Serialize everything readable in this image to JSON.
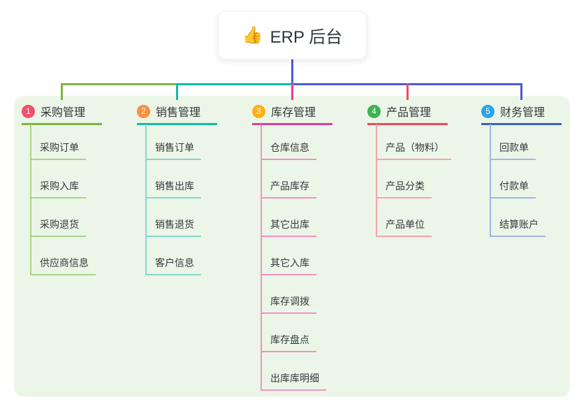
{
  "root": {
    "icon": "👍",
    "label": "ERP 后台"
  },
  "branches": [
    {
      "badge": "1",
      "label": "采购管理",
      "line_color": "#7db53c",
      "child_line_color": "#aad389",
      "badge_color": "#f1506c",
      "children": [
        "采购订单",
        "采购入库",
        "采购退货",
        "供应商信息"
      ]
    },
    {
      "badge": "2",
      "label": "销售管理",
      "line_color": "#10bcaa",
      "child_line_color": "#84d7ca",
      "badge_color": "#fb8e3d",
      "children": [
        "销售订单",
        "销售出库",
        "销售退货",
        "客户信息"
      ]
    },
    {
      "badge": "3",
      "label": "库存管理",
      "line_color": "#e73a9c",
      "child_line_color": "#f390c4",
      "badge_color": "#ffae17",
      "children": [
        "仓库信息",
        "产品库存",
        "其它出库",
        "其它入库",
        "库存调拨",
        "库存盘点",
        "出库库明细"
      ]
    },
    {
      "badge": "4",
      "label": "产品管理",
      "line_color": "#f4485f",
      "child_line_color": "#f8a2ac",
      "badge_color": "#3db44f",
      "children": [
        "产品（物料）",
        "产品分类",
        "产品单位"
      ]
    },
    {
      "badge": "5",
      "label": "财务管理",
      "line_color": "#3f5ed2",
      "child_line_color": "#a3b5e6",
      "badge_color": "#2ba3e9",
      "children": [
        "回款单",
        "付款单",
        "结算账户"
      ]
    }
  ],
  "colors": {
    "canvas_panel_bg": "#ecf6e8",
    "root_connector": "#4d5ad3",
    "page_bg": "#ffffff",
    "text": "#33363a"
  }
}
